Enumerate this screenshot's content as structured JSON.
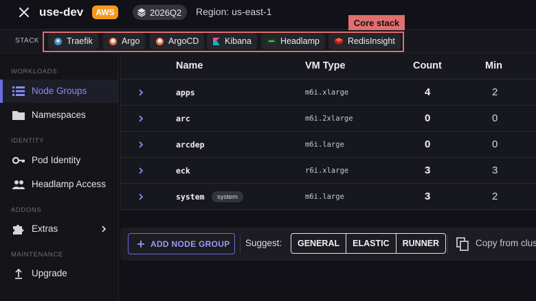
{
  "header": {
    "title": "use-dev",
    "provider_badge": "AWS",
    "version": "2026Q2",
    "region": "Region: us-east-1"
  },
  "stack": {
    "label": "STACK",
    "core_tag": "Core stack",
    "chips": [
      {
        "label": "Traefik",
        "icon": "traefik-icon",
        "color": "#3a8fd6"
      },
      {
        "label": "Argo",
        "icon": "argo-icon",
        "color": "#e8734a"
      },
      {
        "label": "ArgoCD",
        "icon": "argocd-icon",
        "color": "#e8734a"
      },
      {
        "label": "Kibana",
        "icon": "kibana-icon",
        "color": "#f04e98"
      },
      {
        "label": "Headlamp",
        "icon": "headlamp-icon",
        "color": "#3f9b3f"
      },
      {
        "label": "RedisInsight",
        "icon": "redis-icon",
        "color": "#d82c20"
      }
    ]
  },
  "sidebar": {
    "sections": [
      "WORKLOADS",
      "IDENTITY",
      "ADDONS",
      "MAINTENANCE"
    ],
    "items": [
      {
        "label": "Node Groups",
        "icon": "list-icon",
        "active": true
      },
      {
        "label": "Namespaces",
        "icon": "folder-icon"
      },
      {
        "label": "Pod Identity",
        "icon": "key-icon"
      },
      {
        "label": "Headlamp Access",
        "icon": "users-icon"
      },
      {
        "label": "Extras",
        "icon": "puzzle-icon"
      },
      {
        "label": "Upgrade",
        "icon": "upload-icon"
      }
    ]
  },
  "table": {
    "columns": [
      "Name",
      "VM Type",
      "Count",
      "Min"
    ],
    "rows": [
      {
        "name": "apps",
        "vm": "m6i.xlarge",
        "count": "4",
        "min": "2"
      },
      {
        "name": "arc",
        "vm": "m6i.2xlarge",
        "count": "0",
        "min": "0"
      },
      {
        "name": "arcdep",
        "vm": "m6i.large",
        "count": "0",
        "min": "0"
      },
      {
        "name": "eck",
        "vm": "r6i.xlarge",
        "count": "3",
        "min": "3"
      },
      {
        "name": "system",
        "vm": "m6i.large",
        "count": "3",
        "min": "2",
        "tag": "system"
      }
    ]
  },
  "actions": {
    "add_label": "ADD NODE GROUP",
    "suggest_label": "Suggest:",
    "suggestions": [
      "GENERAL",
      "ELASTIC",
      "RUNNER"
    ],
    "copy_label": "Copy from cluster"
  },
  "colors": {
    "accent": "#6b6ce0",
    "aws": "#f39a1e",
    "highlight": "#e0706f"
  }
}
